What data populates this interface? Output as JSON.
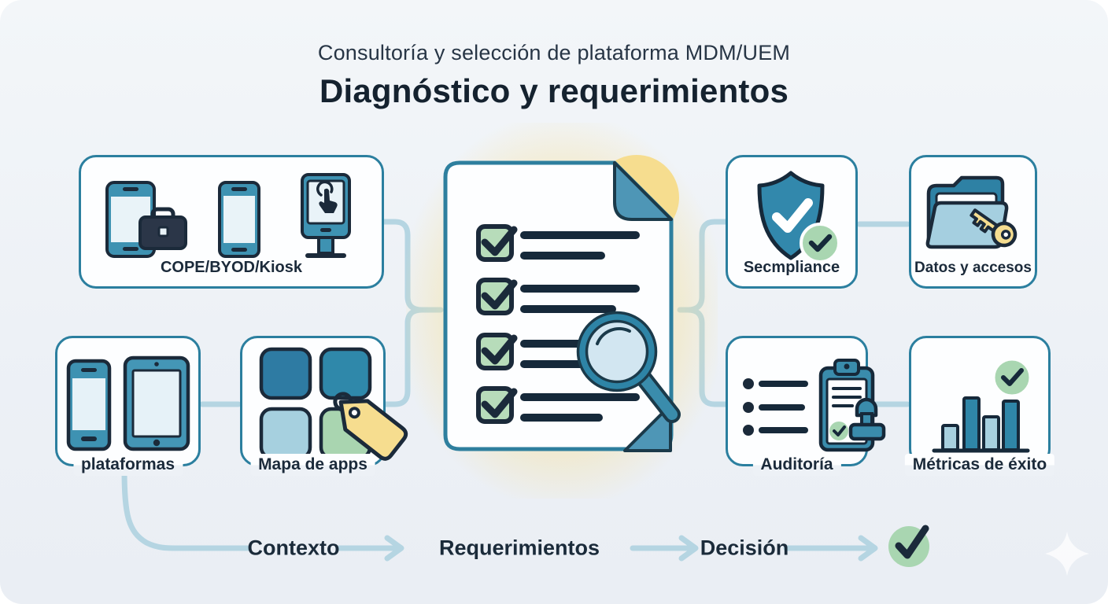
{
  "header": {
    "subtitle": "Consultoría y selección de plataforma MDM/UEM",
    "title": "Diagnóstico y requerimientos"
  },
  "cards": {
    "devices": {
      "label": "COPE/BYOD/Kiosk"
    },
    "plataformas": {
      "label": "plataformas"
    },
    "mapa": {
      "label": "Mapa de apps"
    },
    "security": {
      "label": "Secmpliance"
    },
    "datos": {
      "label": "Datos y accesos"
    },
    "auditoria": {
      "label": "Auditoría"
    },
    "metricas": {
      "label": "Métricas de éxito"
    }
  },
  "flow": {
    "steps": [
      "Contexto",
      "Requerimientos",
      "Decisión"
    ],
    "end_icon": "check-circle"
  },
  "colors": {
    "background": "#edf1f6",
    "card_border": "#2b7f9f",
    "teal_fill": "#3e92b2",
    "light_blue": "#a7d0df",
    "green": "#a9d6b1",
    "yellow": "#f6dd8f",
    "dark_navy": "#1b2a3a",
    "connector": "#b5d5e2"
  }
}
